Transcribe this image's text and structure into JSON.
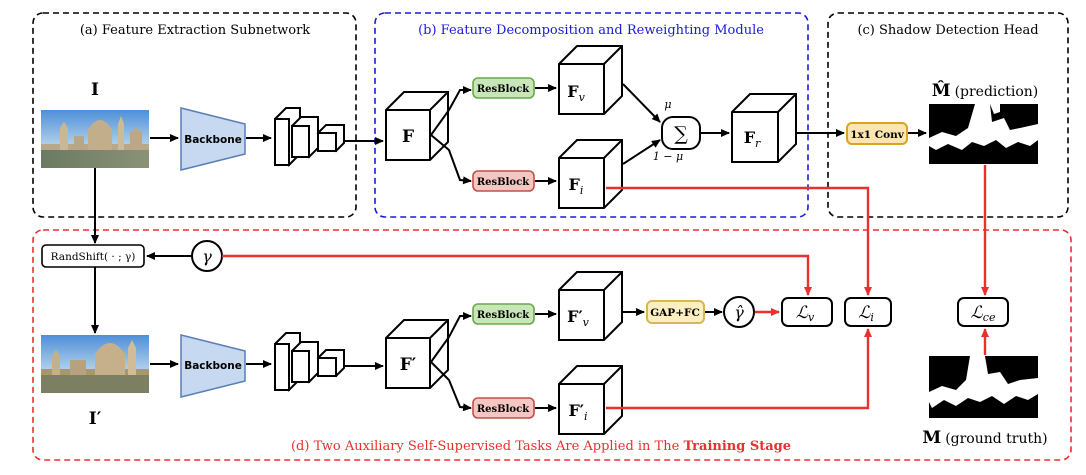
{
  "panels": {
    "a_title": "(a) Feature Extraction Subnetwork",
    "b_title": "(b) Feature Decomposition and Reweighting Module",
    "c_title": "(c) Shadow Detection Head",
    "d_title_prefix": "(d) Two Auxiliary Self-Supervised Tasks Are Applied in The ",
    "d_title_bold": "Training Stage"
  },
  "labels": {
    "input_I": "I",
    "input_I_prime": "I′",
    "backbone": "Backbone",
    "randshift": "RandShift( · ; γ)",
    "gamma": "γ",
    "gamma_hat": "γ̂",
    "resblock": "ResBlock",
    "F": "F",
    "F_prime": "F′",
    "F_v": "F",
    "F_v_sub": "v",
    "F_i": "F",
    "F_i_sub": "i",
    "F_v_prime": "F′",
    "F_i_prime": "F′",
    "F_r": "F",
    "F_r_sub": "r",
    "sum": "∑",
    "mu": "μ",
    "one_minus_mu": "1 − μ",
    "conv": "1x1 Conv",
    "gap_fc": "GAP+FC",
    "pred_sym": "M̂",
    "pred_text": "(prediction)",
    "gt_sym": "M",
    "gt_text": "(ground truth)",
    "loss_v": "ℒ",
    "loss_v_sub": "v",
    "loss_i": "ℒ",
    "loss_i_sub": "i",
    "loss_ce": "ℒ",
    "loss_ce_sub": "ce"
  },
  "colors": {
    "panel_a": "#000000",
    "panel_b": "#1a1adc",
    "panel_c": "#000000",
    "panel_d": "#e83030",
    "resblock_green_fill": "#c9e6b9",
    "resblock_green_stroke": "#6aa84f",
    "resblock_red_fill": "#f4c7c3",
    "resblock_red_stroke": "#c0504d",
    "backbone_fill": "#c6d9f1",
    "backbone_stroke": "#5b7fb5",
    "conv_fill": "#fce5b0",
    "conv_stroke": "#d9a520",
    "gap_fill": "#fbeec0",
    "gap_stroke": "#d6b656",
    "arrow_red": "#e83030"
  }
}
